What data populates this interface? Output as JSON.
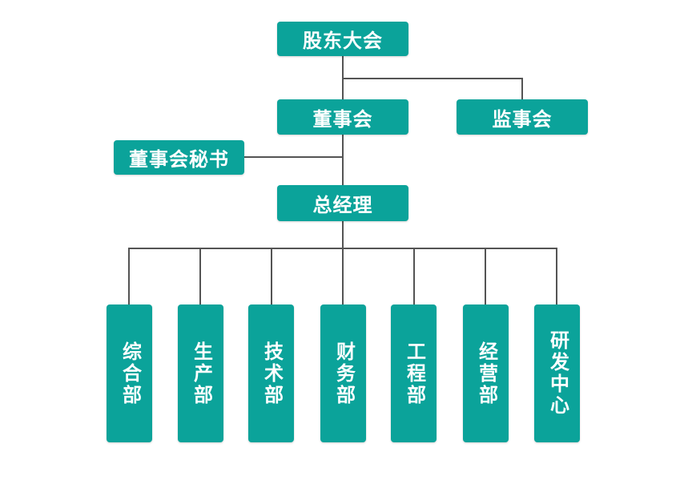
{
  "colors": {
    "node_fill": "#0ba39a",
    "node_text": "#ffffff",
    "connector": "#545454",
    "background": "#ffffff"
  },
  "nodes": {
    "shareholders": {
      "label": "股东大会"
    },
    "board": {
      "label": "董事会"
    },
    "supervisors": {
      "label": "监事会"
    },
    "secretary": {
      "label": "董事会秘书"
    },
    "general_manager": {
      "label": "总经理"
    },
    "dept_general": {
      "label": "综合部"
    },
    "dept_production": {
      "label": "生产部"
    },
    "dept_technology": {
      "label": "技术部"
    },
    "dept_finance": {
      "label": "财务部"
    },
    "dept_engineering": {
      "label": "工程部"
    },
    "dept_operations": {
      "label": "经营部"
    },
    "rd_center": {
      "label": "研发中心"
    }
  },
  "edges": [
    {
      "from": "股东大会",
      "to": "董事会"
    },
    {
      "from": "股东大会",
      "to": "监事会"
    },
    {
      "from": "董事会",
      "to": "董事会秘书"
    },
    {
      "from": "董事会",
      "to": "总经理"
    },
    {
      "from": "总经理",
      "to": "综合部"
    },
    {
      "from": "总经理",
      "to": "生产部"
    },
    {
      "from": "总经理",
      "to": "技术部"
    },
    {
      "from": "总经理",
      "to": "财务部"
    },
    {
      "from": "总经理",
      "to": "工程部"
    },
    {
      "from": "总经理",
      "to": "经营部"
    },
    {
      "from": "总经理",
      "to": "研发中心"
    }
  ]
}
